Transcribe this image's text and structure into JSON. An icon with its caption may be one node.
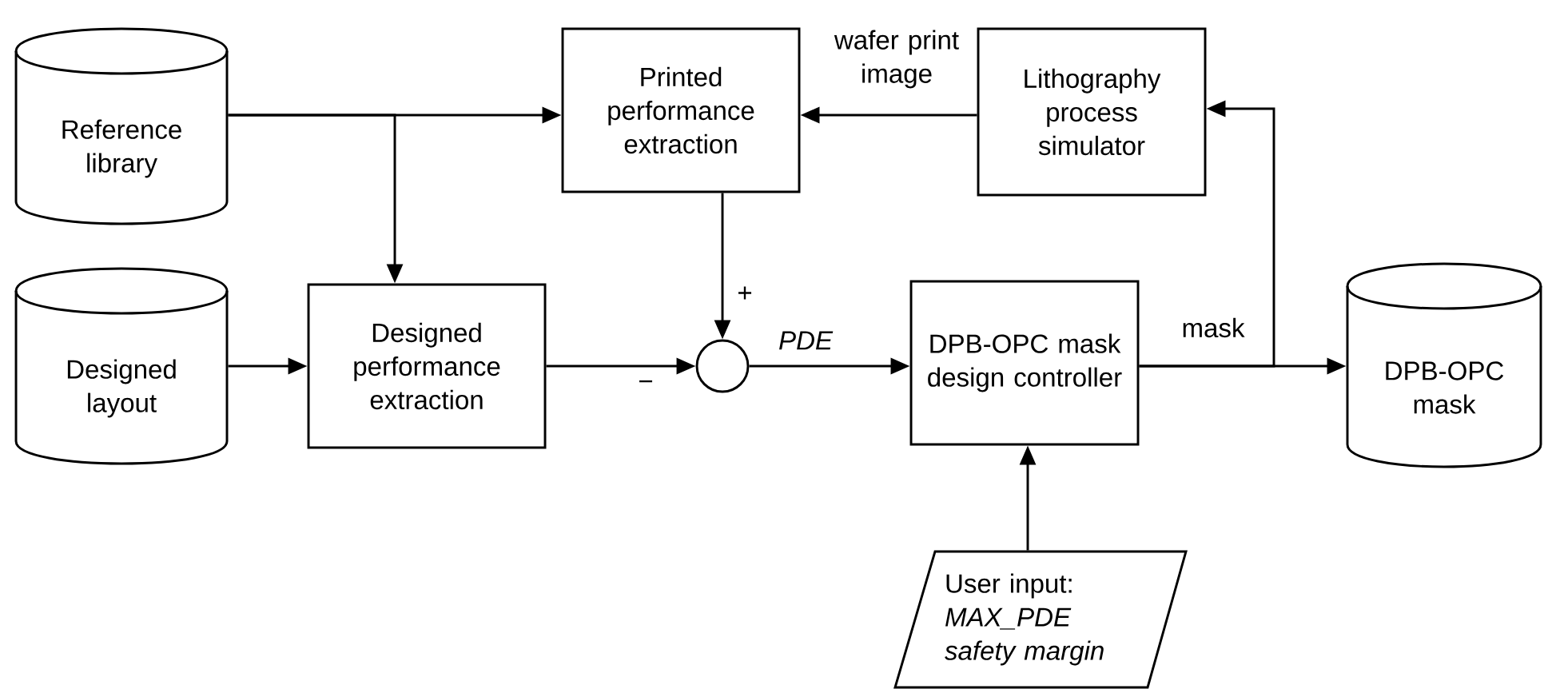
{
  "diagram": {
    "nodes": [
      {
        "text": [
          "Reference library"
        ]
      },
      {
        "text": [
          "Printed performance extraction"
        ]
      },
      {
        "text": [
          "Lithography process simulator"
        ]
      },
      {
        "text": [
          "Designed layout"
        ]
      },
      {
        "text": [
          "Designed performance extraction"
        ]
      },
      {
        "text": [],
        "shape": "circle"
      },
      {
        "text": [
          "DPB-OPC mask design controller"
        ]
      },
      {
        "text": [
          "DPB-OPC mask"
        ]
      },
      {
        "text": [
          "User input:",
          "MAX_PDE safety margin"
        ]
      }
    ],
    "edges": [
      {
        "from": 0,
        "to": 1,
        "arrow": "to"
      },
      {
        "from": 0,
        "to": 4,
        "arrow": "to"
      },
      {
        "from": 2,
        "to": 1,
        "arrow": "to",
        "label": "wafer print image"
      },
      {
        "from": 3,
        "to": 4,
        "arrow": "to"
      },
      {
        "from": 4,
        "to": 5,
        "arrow": "to",
        "label": "−"
      },
      {
        "from": 1,
        "to": 5,
        "arrow": "to",
        "label": "+"
      },
      {
        "from": 5,
        "to": 6,
        "arrow": "to",
        "label": "PDE"
      },
      {
        "from": 6,
        "to": 7,
        "arrow": "to",
        "label": "mask"
      },
      {
        "from": 6,
        "to": 2,
        "arrow": "to"
      },
      {
        "from": 8,
        "to": 6,
        "arrow": "to"
      }
    ]
  }
}
